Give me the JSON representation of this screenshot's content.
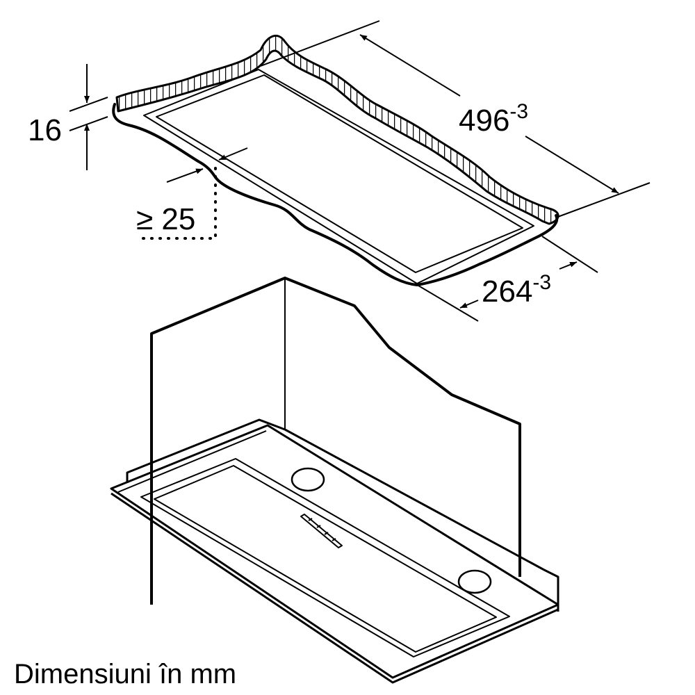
{
  "diagram": {
    "type": "technical-dimension-drawing",
    "subject": "built-in cooker hood with ceiling/cabinet cutout",
    "line_color": "#000000",
    "background_color": "#ffffff"
  },
  "dimensions": {
    "cutout_thickness": {
      "value": "16"
    },
    "min_edge_distance": {
      "value": "≥ 25"
    },
    "cutout_length": {
      "value": "496",
      "tolerance": "-3"
    },
    "cutout_width": {
      "value": "264",
      "tolerance": "-3"
    }
  },
  "caption": {
    "text": "Dimensiuni în mm"
  }
}
